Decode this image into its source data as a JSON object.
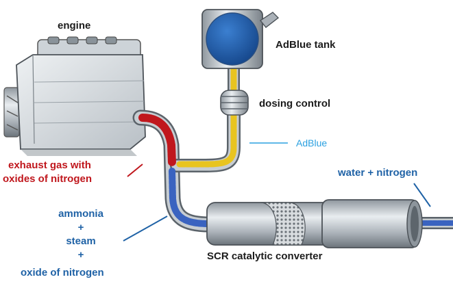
{
  "title": "SCR system diagram",
  "labels": {
    "engine": "engine",
    "adblue_tank": "AdBlue tank",
    "dosing_control": "dosing control",
    "adblue": "AdBlue",
    "water_nitrogen": "water + nitrogen",
    "exhaust_line1": "exhaust gas with",
    "exhaust_line2": "oxides of nitrogen",
    "ammonia": "ammonia",
    "plus1": "+",
    "steam": "steam",
    "plus2": "+",
    "oxide": "oxide of nitrogen",
    "scr": "SCR catalytic converter"
  },
  "colors": {
    "exhaust_red": "#c0171d",
    "adblue_yellow": "#e8c420",
    "mixture_blue": "#3a63c0",
    "tank_blue": "#1d5fa8",
    "label_blue": "#1f62a6",
    "adblue_label": "#2aa0e0",
    "metal_gray": "#b8bec4"
  }
}
